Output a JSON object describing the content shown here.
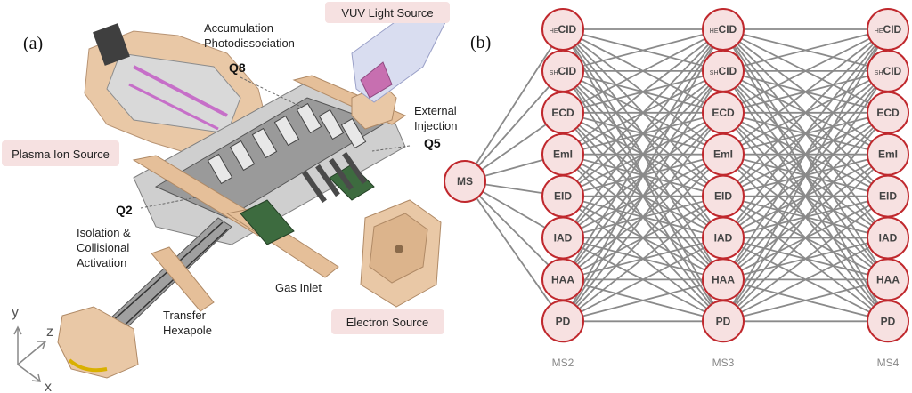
{
  "left_panel": {
    "panel_label": "(a)",
    "labels": {
      "accumulation_1": "Accumulation",
      "accumulation_2": "Photodissociation",
      "q8": "Q8",
      "vuv": "VUV Light Source",
      "external_1": "External",
      "external_2": "Injection",
      "q5": "Q5",
      "plasma": "Plasma Ion Source",
      "q2": "Q2",
      "isolation_1": "Isolation &",
      "isolation_2": "Collisional",
      "isolation_3": "Activation",
      "gas": "Gas Inlet",
      "transfer_1": "Transfer",
      "transfer_2": "Hexapole",
      "electron": "Electron Source",
      "axis_y": "y",
      "axis_z": "z",
      "axis_x": "x"
    }
  },
  "right_panel": {
    "panel_label": "(b)",
    "root": "MS",
    "nodes": [
      {
        "sub": "HE",
        "main": "CID"
      },
      {
        "sub": "SH",
        "main": "CID"
      },
      {
        "sub": "",
        "main": "ECD"
      },
      {
        "sub": "",
        "main": "EmI"
      },
      {
        "sub": "",
        "main": "EID"
      },
      {
        "sub": "",
        "main": "IAD"
      },
      {
        "sub": "",
        "main": "HAA"
      },
      {
        "sub": "",
        "main": "PD"
      }
    ],
    "stages": [
      "MS2",
      "MS3",
      "MS4"
    ]
  },
  "colors": {
    "node_fill": "#f7e1e1",
    "node_stroke": "#c0282d",
    "edge": "#8a8a8a",
    "pill_fill": "#f6e1e1",
    "metal": "#e9c8a6"
  }
}
